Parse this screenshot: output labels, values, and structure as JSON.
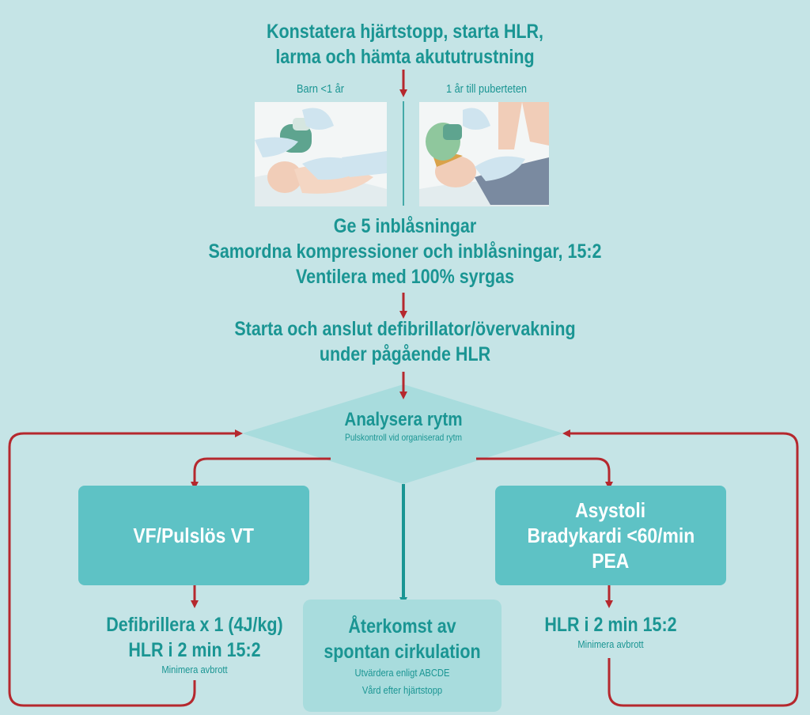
{
  "step1": {
    "line1": "Konstatera hjärtstopp, starta HLR,",
    "line2": "larma och hämta akututrustning"
  },
  "photos": {
    "left_caption": "Barn <1 år",
    "right_caption": "1 år till puberteten"
  },
  "step2": {
    "line1": "Ge 5 inblåsningar",
    "line2": "Samordna kompressioner och inblåsningar, 15:2",
    "line3": "Ventilera med 100% syrgas"
  },
  "step3": {
    "line1": "Starta och anslut defibrillator/övervakning",
    "line2": "under pågående HLR"
  },
  "decision": {
    "title": "Analysera rytm",
    "subtitle": "Pulskontroll vid organiserad rytm"
  },
  "left_branch": {
    "box_label": "VF/Pulslös VT",
    "action1": "Defibrillera x 1 (4J/kg)",
    "action2": "HLR i 2 min 15:2",
    "note": "Minimera avbrott"
  },
  "right_branch": {
    "box_line1": "Asystoli",
    "box_line2": "Bradykardi <60/min",
    "box_line3": "PEA",
    "action1": "HLR i 2 min 15:2",
    "note": "Minimera avbrott"
  },
  "center_branch": {
    "line1": "Återkomst av",
    "line2": "spontan cirkulation",
    "note1": "Utvärdera enligt ABCDE",
    "note2": "Vård efter hjärtstopp"
  },
  "colors": {
    "background": "#c5e4e6",
    "text": "#1a9593",
    "box": "#5ec2c5",
    "arrow": "#b5282e",
    "diamond": "#a8dcdd"
  }
}
